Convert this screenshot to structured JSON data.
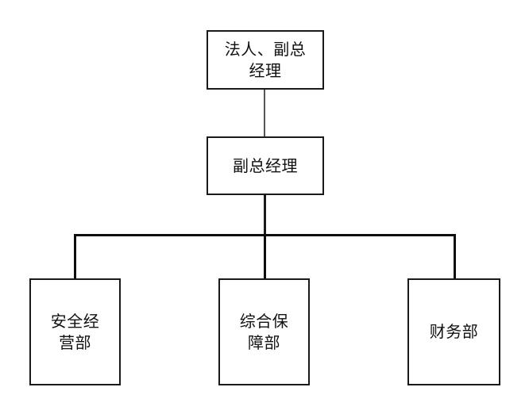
{
  "diagram": {
    "title": "organization-chart",
    "background_color": "#ffffff",
    "line_color": "#0d0d0d",
    "light_line_color": "#555555",
    "box_border_color": "#1a1a1a",
    "text_color": "#111111",
    "root": {
      "label": "法人、副总\n经理"
    },
    "deputy": {
      "label": "副总经理"
    },
    "departments": [
      {
        "label": "安全经\n营部"
      },
      {
        "label": "综合保\n障部"
      },
      {
        "label": "财务部"
      }
    ]
  }
}
